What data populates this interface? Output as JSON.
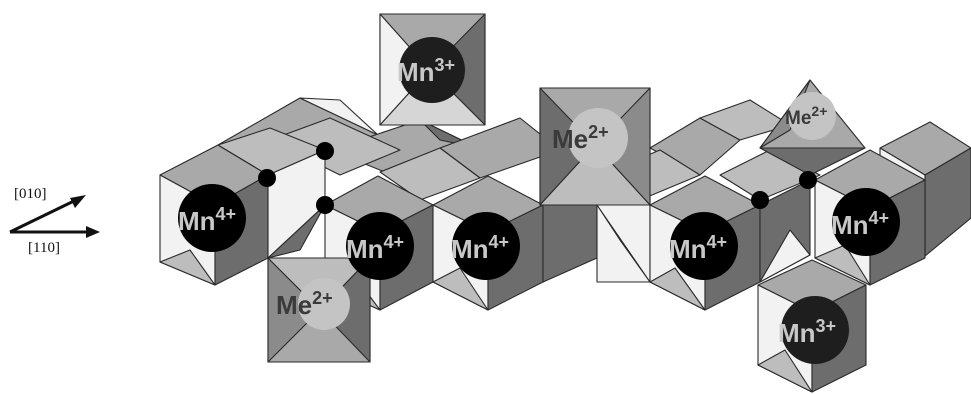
{
  "axes": {
    "dir1_label": "[010]",
    "dir2_label": "[110]"
  },
  "ions": {
    "mn3_top": {
      "symbol": "Mn",
      "charge": "3+"
    },
    "me2_center": {
      "symbol": "Me",
      "charge": "2+"
    },
    "me2_tetra": {
      "symbol": "Me",
      "charge": "2+"
    },
    "mn4_1": {
      "symbol": "Mn",
      "charge": "4+"
    },
    "mn4_2": {
      "symbol": "Mn",
      "charge": "4+"
    },
    "mn4_3": {
      "symbol": "Mn",
      "charge": "4+"
    },
    "mn4_4": {
      "symbol": "Mn",
      "charge": "4+"
    },
    "mn4_5": {
      "symbol": "Mn",
      "charge": "4+"
    },
    "me2_low": {
      "symbol": "Me",
      "charge": "2+"
    },
    "mn3_low": {
      "symbol": "Mn",
      "charge": "3+"
    }
  },
  "colors": {
    "light_face": "#f2f2f2",
    "mid_face": "#a9a9a9",
    "dark_face": "#6d6d6d",
    "mn_ion": "#000000",
    "mn3_ion": "#1e1e1e",
    "me_ion": "#c4c4c4",
    "ion_text_on_dark": "#c8c8c8",
    "ion_text_on_light": "#3a3a3a"
  }
}
